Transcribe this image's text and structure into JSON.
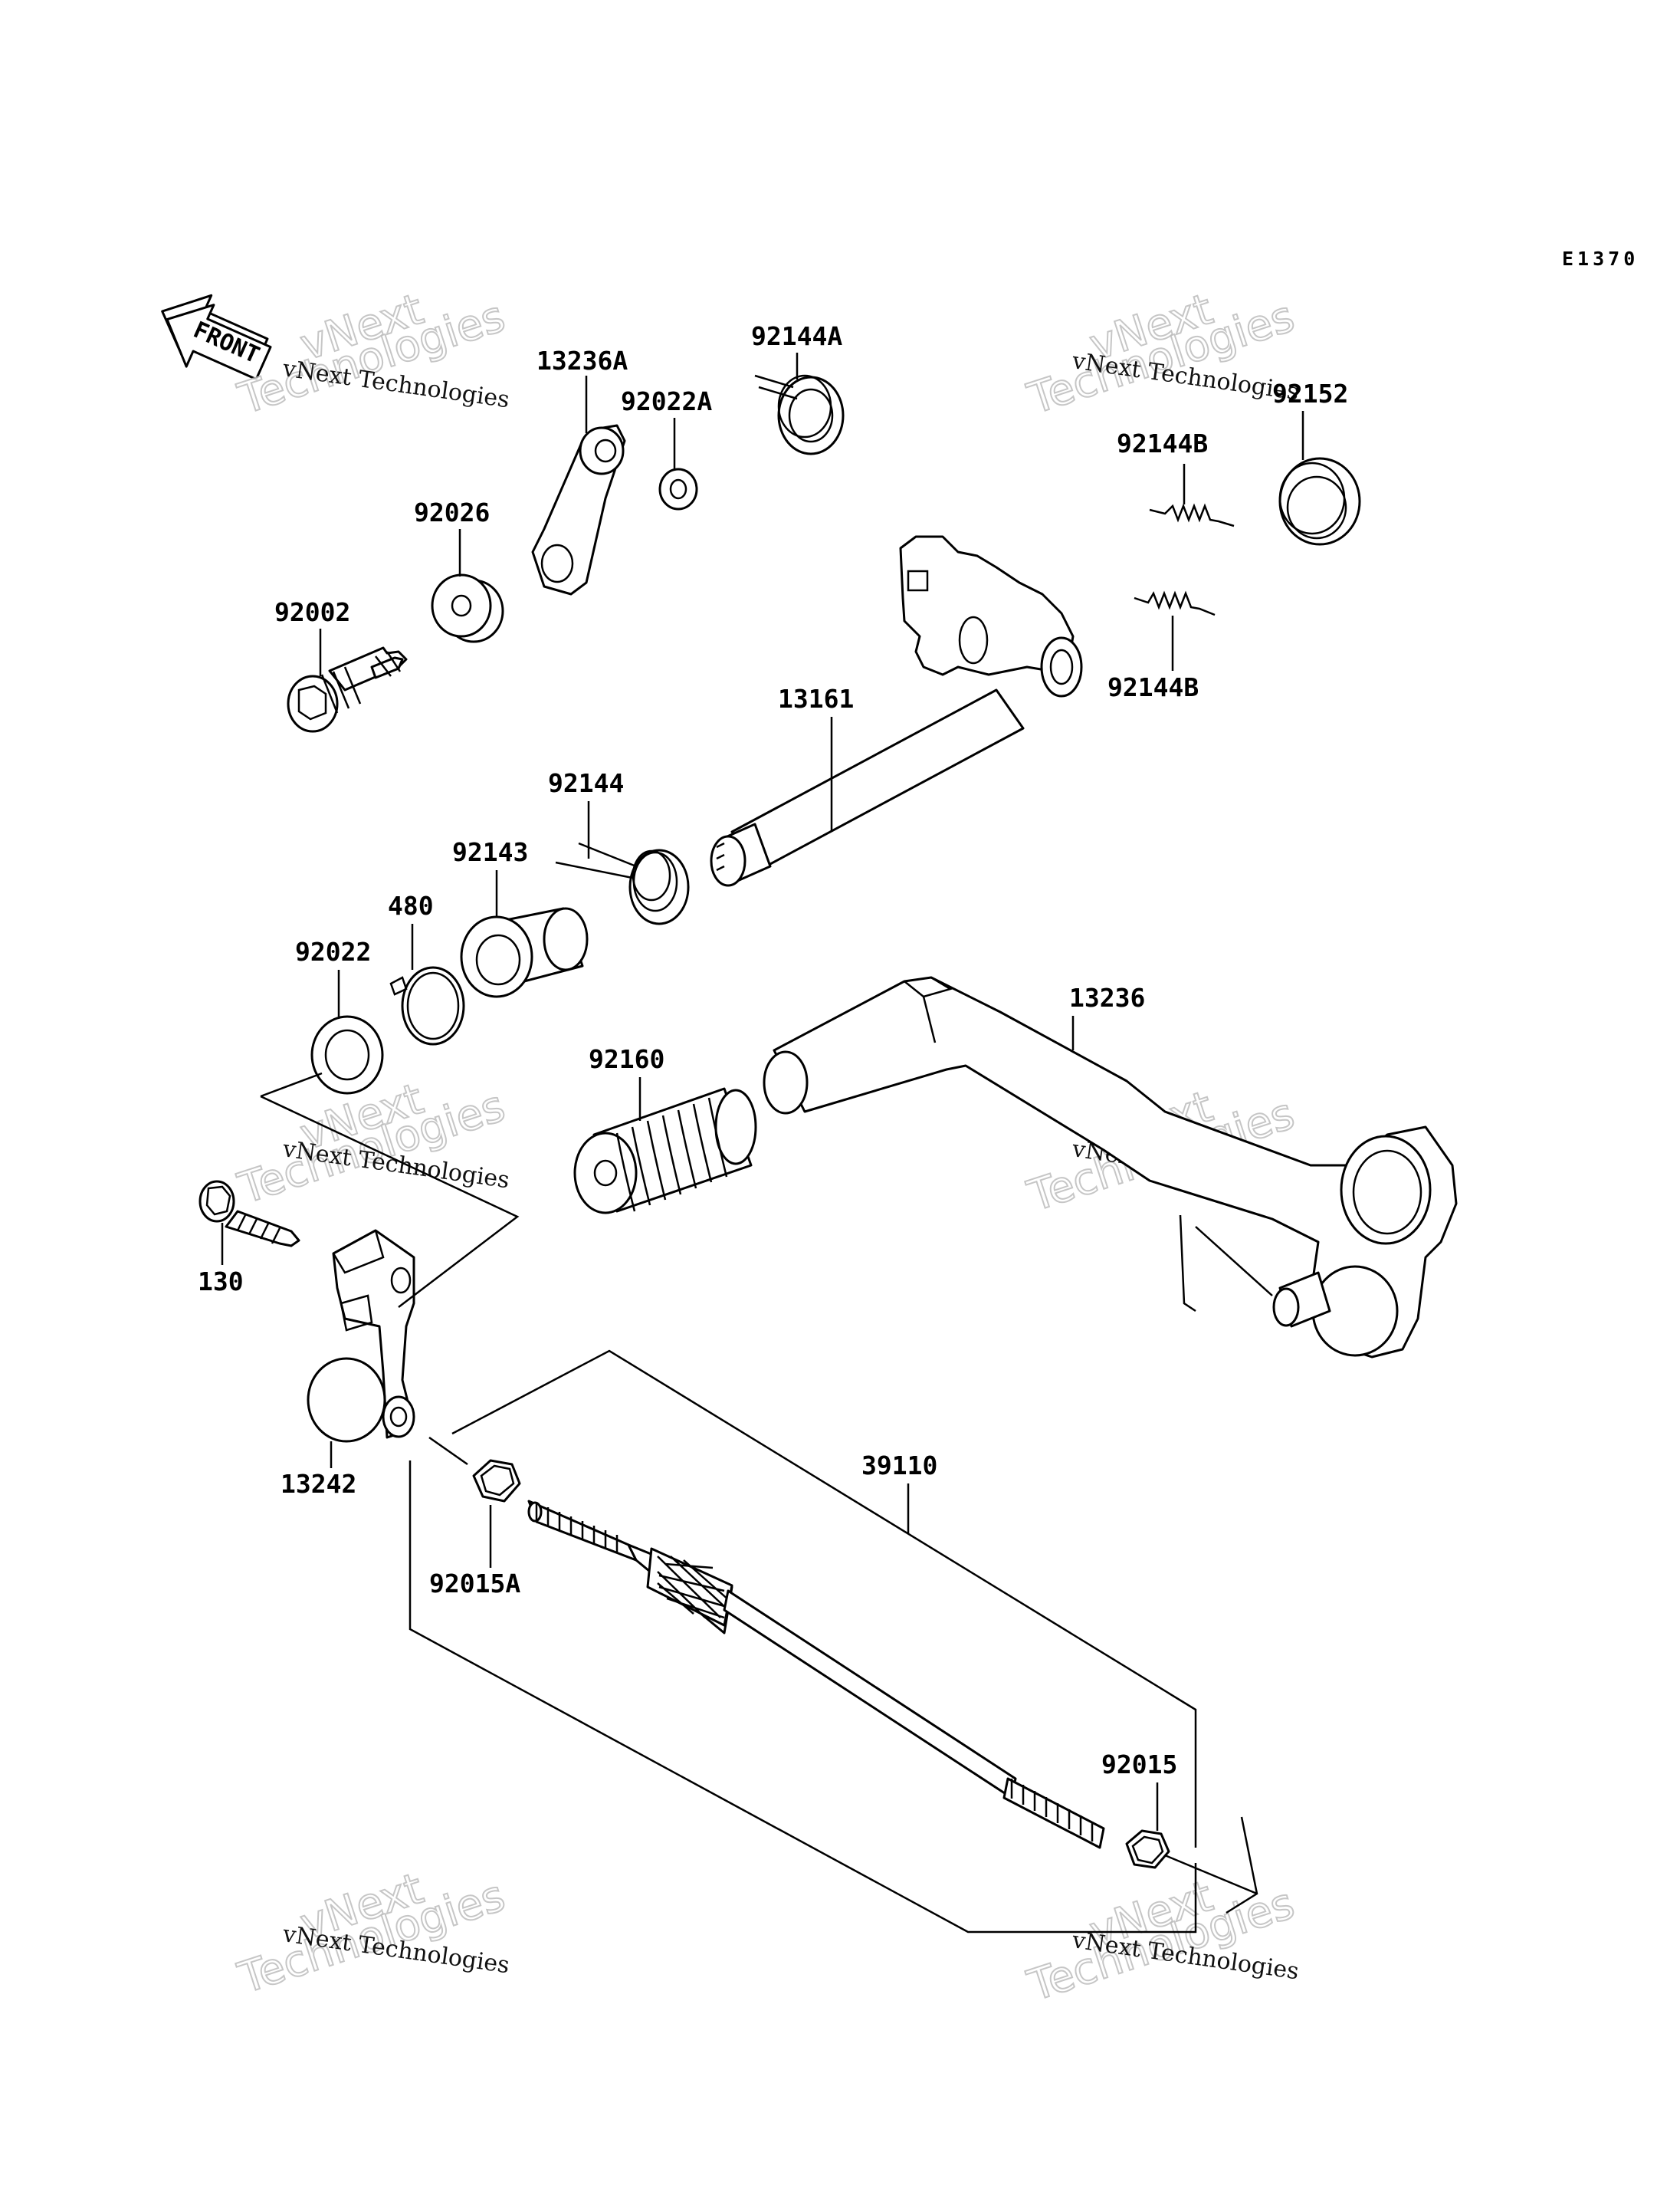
{
  "diagram_code": "E1370",
  "front_label": "FRONT",
  "watermark": {
    "line1": "vNext Technologies",
    "line2": "vNext",
    "line3": "Technologies"
  },
  "callouts": {
    "p92144A": "92144A",
    "p13236A": "13236A",
    "p92022A": "92022A",
    "p92152": "92152",
    "p92144B_top": "92144B",
    "p92026": "92026",
    "p92002": "92002",
    "p92144B_bottom": "92144B",
    "p13161": "13161",
    "p92144": "92144",
    "p92143": "92143",
    "p480": "480",
    "p92022": "92022",
    "p13236": "13236",
    "p92160": "92160",
    "p130": "130",
    "p13242": "13242",
    "p39110": "39110",
    "p92015A": "92015A",
    "p92015": "92015"
  }
}
